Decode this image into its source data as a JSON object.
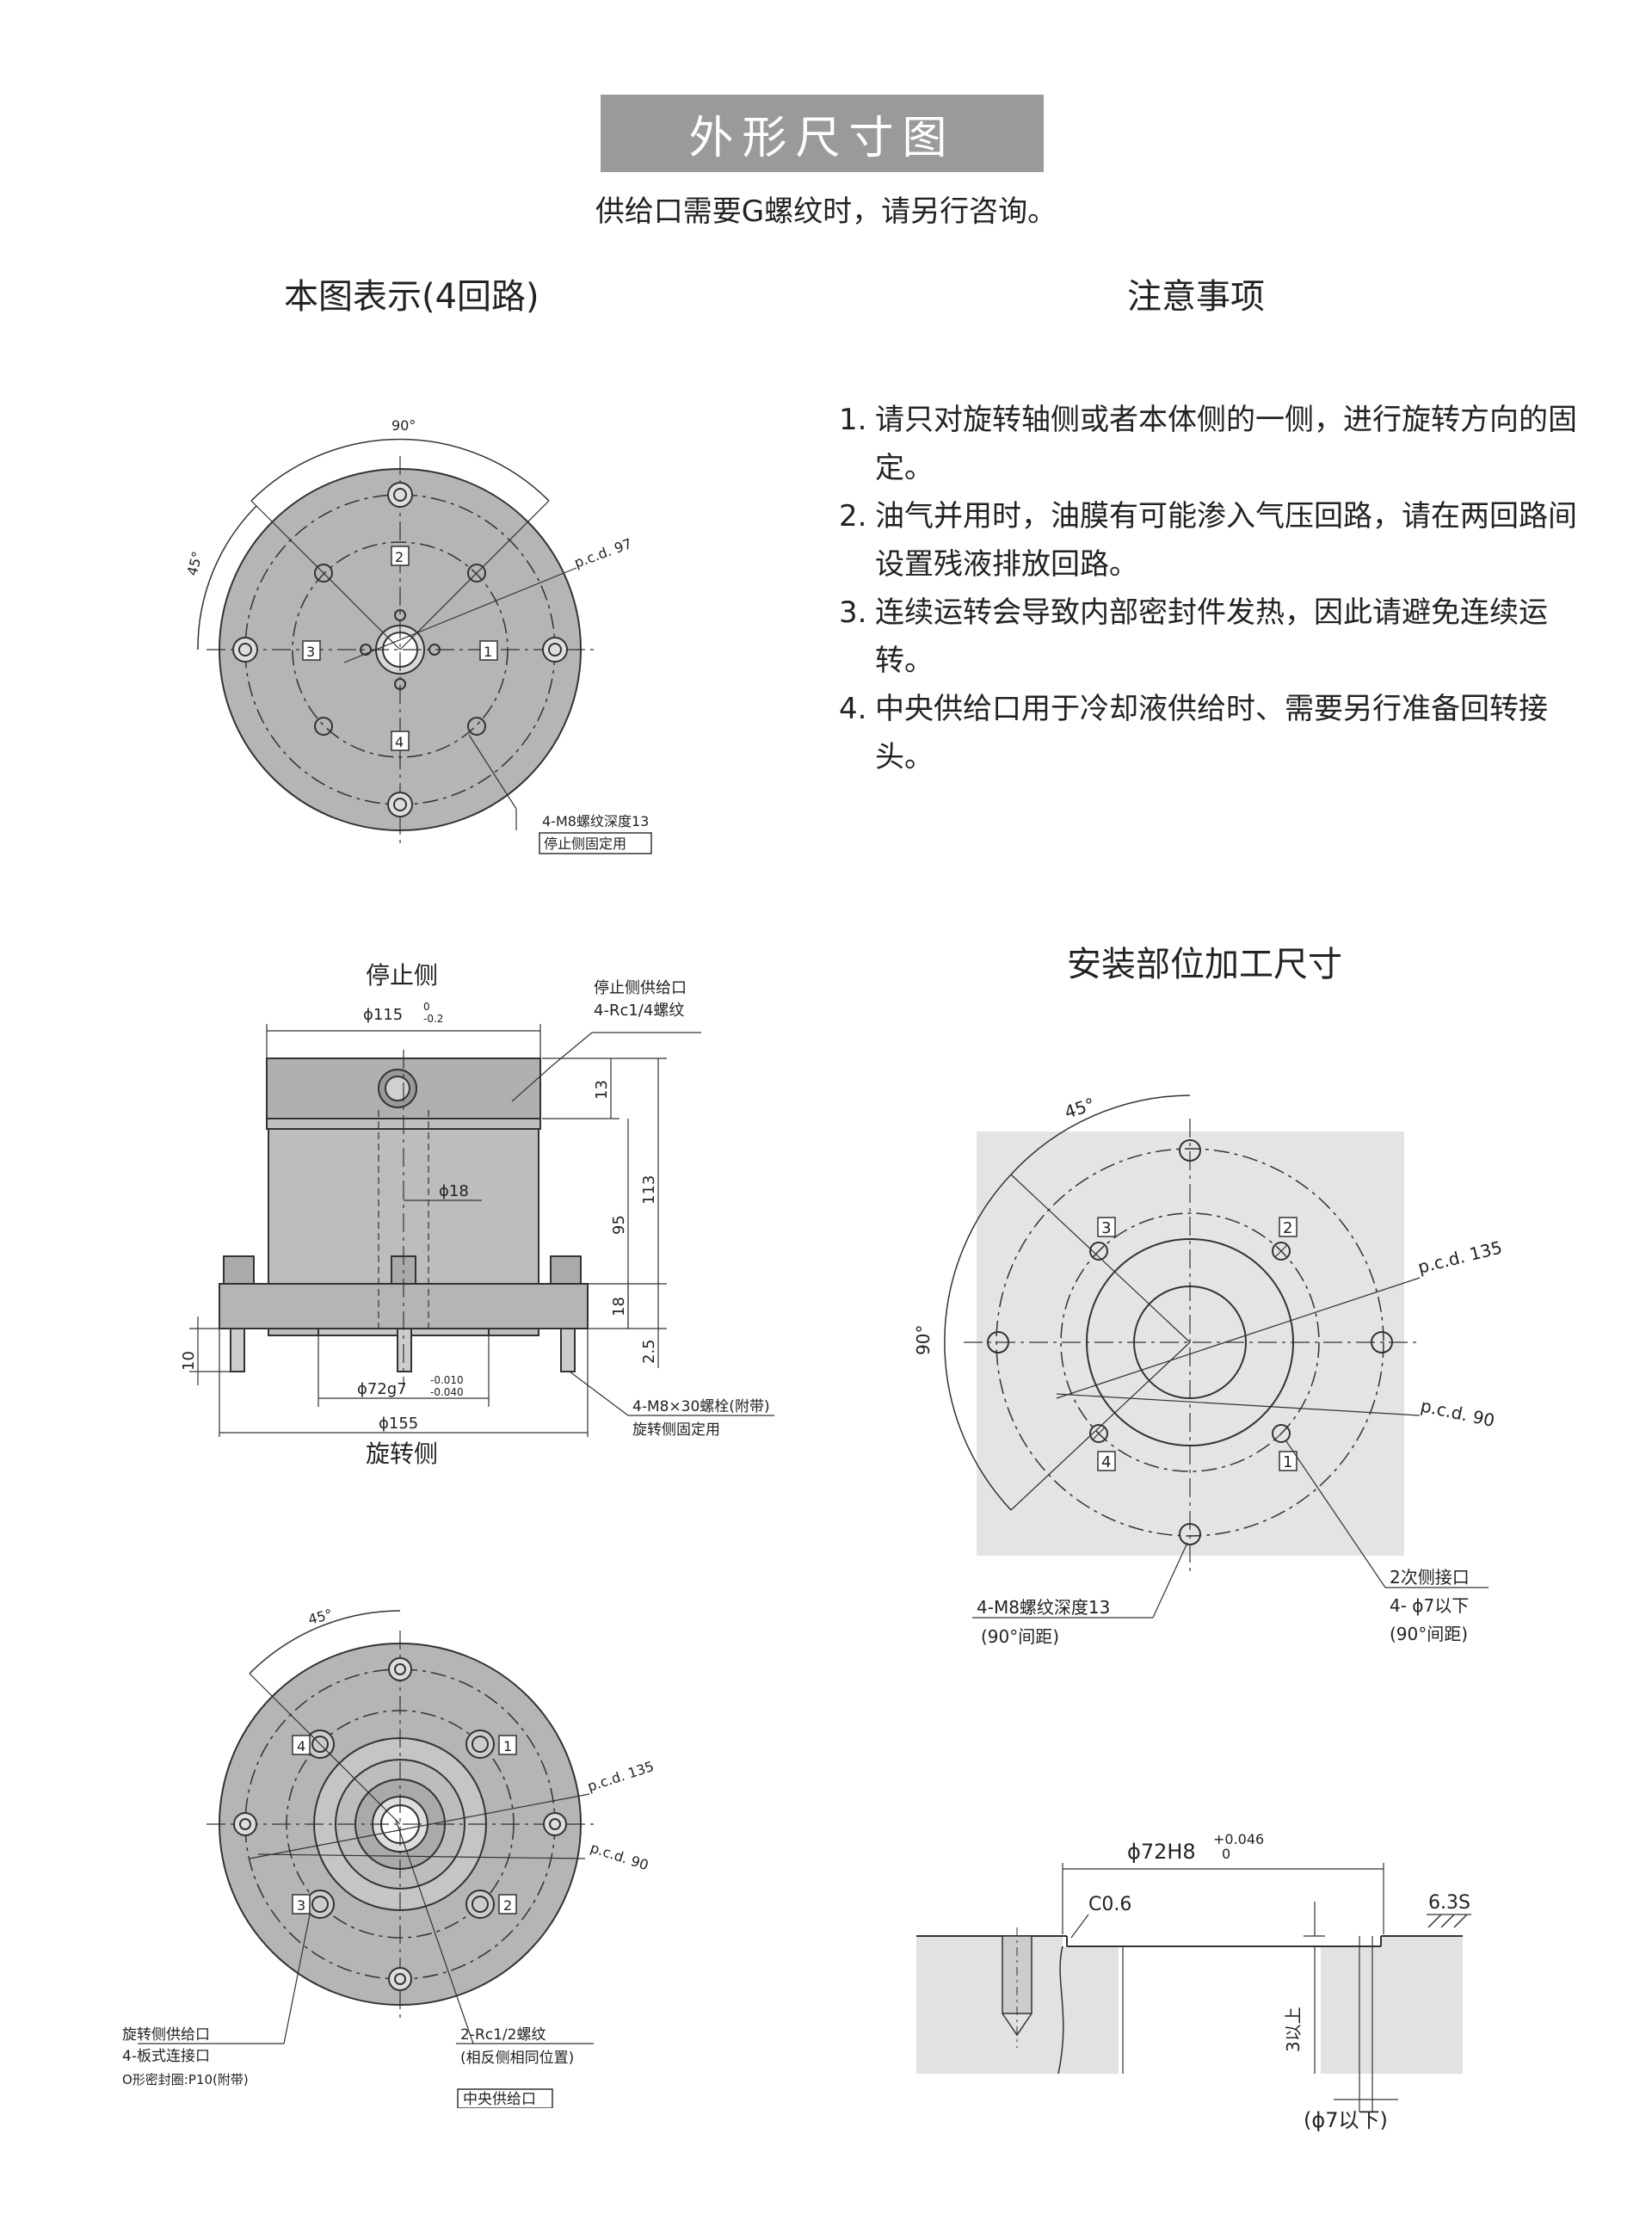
{
  "header": {
    "title": "外形尺寸图",
    "subtitle": "供给口需要G螺纹时，请另行咨询。"
  },
  "left_top": {
    "heading": "本图表示(4回路)",
    "angle_90": "90°",
    "angle_45": "45°",
    "pcd": "p.c.d. 97",
    "ports": [
      "1",
      "2",
      "3",
      "4"
    ],
    "callout_line1": "4-M8螺纹深度13",
    "callout_line2": "停止侧固定用"
  },
  "notes": {
    "heading": "注意事项",
    "items": [
      {
        "num": "1.",
        "text": "请只对旋转轴侧或者本体侧的一侧，进行旋转方向的固定。"
      },
      {
        "num": "2.",
        "text": "油气并用时，油膜有可能渗入气压回路，请在两回路间设置残液排放回路。"
      },
      {
        "num": "3.",
        "text": "连续运转会导致内部密封件发热，因此请避免连续运转。"
      },
      {
        "num": "4.",
        "text": "中央供给口用于冷却液供给时、需要另行准备回转接头。"
      }
    ]
  },
  "side_view": {
    "top_label": "停止侧",
    "bottom_label": "旋转侧",
    "dia_top": "ϕ115",
    "dia_top_tol_upper": "0",
    "dia_top_tol_lower": "-0.2",
    "port_label1": "停止侧供给口",
    "port_label2": "4-Rc1/4螺纹",
    "dim_13": "13",
    "dim_95": "95",
    "dim_113": "113",
    "dim_18": "18",
    "dim_2_5": "2.5",
    "dim_10": "10",
    "bore": "ϕ18",
    "spigot": "ϕ72g7",
    "spigot_tol_upper": "-0.010",
    "spigot_tol_lower": "-0.040",
    "flange": "ϕ155",
    "bolt_label1": "4-M8×30螺栓(附带)",
    "bolt_label2": "旋转侧固定用"
  },
  "bottom_view": {
    "angle_45": "45°",
    "pcd135": "p.c.d. 135",
    "pcd90": "p.c.d. 90",
    "ports": [
      "1",
      "2",
      "3",
      "4"
    ],
    "left_label1": "旋转侧供给口",
    "left_label2": "4-板式连接口",
    "left_label3": "O形密封圈:P10(附带)",
    "right_label1": "2-Rc1/2螺纹",
    "right_label2": "(相反侧相同位置)",
    "right_label3": "中央供给口"
  },
  "mounting": {
    "heading": "安装部位加工尺寸",
    "angle_45": "45°",
    "angle_90": "90°",
    "pcd135": "p.c.d. 135",
    "pcd90": "p.c.d. 90",
    "ports": [
      "1",
      "2",
      "3",
      "4"
    ],
    "label_left1": "4-M8螺纹深度13",
    "label_left2": "(90°间距)",
    "label_right1": "2次侧接口",
    "label_right2": "4- ϕ7以下",
    "label_right3": "(90°间距)"
  },
  "section": {
    "dia": "ϕ72H8",
    "tol_upper": "+0.046",
    "tol_lower": "0",
    "chamfer": "C0.6",
    "roughness": "6.3S",
    "depth": "3以上",
    "hole": "(ϕ7以下)"
  }
}
